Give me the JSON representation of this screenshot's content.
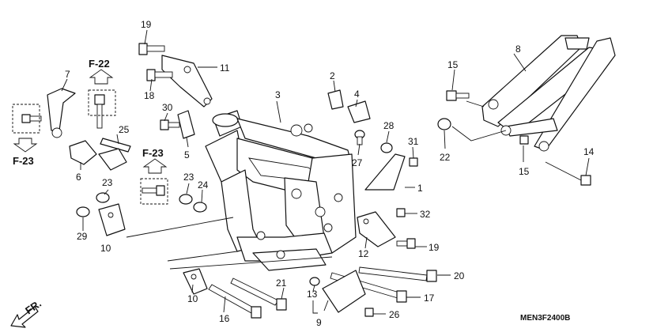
{
  "callouts": {
    "c1": "1",
    "c2": "2",
    "c3": "3",
    "c4": "4",
    "c5": "5",
    "c6": "6",
    "c7": "7",
    "c8": "8",
    "c9": "9",
    "c10a": "10",
    "c10b": "10",
    "c11": "11",
    "c12": "12",
    "c13": "13",
    "c14": "14",
    "c15a": "15",
    "c15b": "15",
    "c16": "16",
    "c17": "17",
    "c18": "18",
    "c19a": "19",
    "c19b": "19",
    "c20": "20",
    "c21": "21",
    "c22": "22",
    "c23a": "23",
    "c23b": "23",
    "c24": "24",
    "c25": "25",
    "c26": "26",
    "c27": "27",
    "c28": "28",
    "c29": "29",
    "c30": "30",
    "c31": "31",
    "c32": "32"
  },
  "references": {
    "f22": "F-22",
    "f23_left": "F-23",
    "f23_mid": "F-23"
  },
  "direction_label": "FR.",
  "diagram_code": "MEN3F2400B"
}
